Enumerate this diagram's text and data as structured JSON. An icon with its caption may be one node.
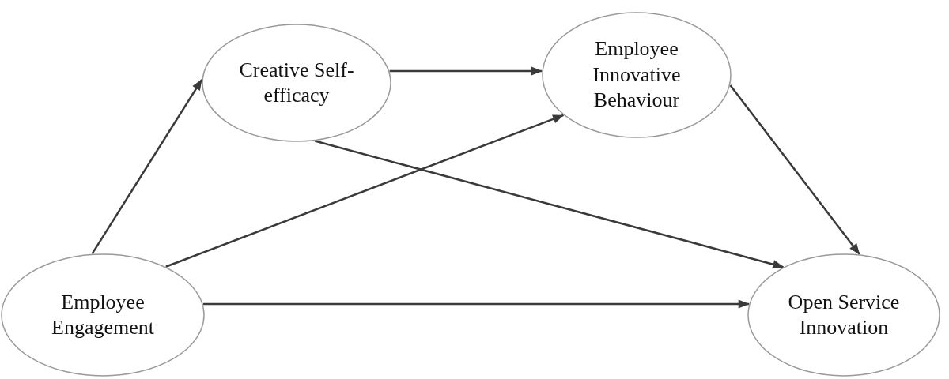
{
  "diagram": {
    "nodes": [
      {
        "text": [
          "Creative Self-efficacy"
        ]
      },
      {
        "text": [
          "Employee Innovative Behaviour"
        ]
      },
      {
        "text": [
          "Employee Engagement"
        ]
      },
      {
        "text": [
          "Open Service Innovation"
        ]
      }
    ],
    "edges": [
      {
        "from": 2,
        "to": 0,
        "arrow": "to"
      },
      {
        "from": 0,
        "to": 1,
        "arrow": "to"
      },
      {
        "from": 2,
        "to": 1,
        "arrow": "to"
      },
      {
        "from": 0,
        "to": 3,
        "arrow": "to"
      },
      {
        "from": 1,
        "to": 3,
        "arrow": "to"
      },
      {
        "from": 2,
        "to": 3,
        "arrow": "to"
      }
    ]
  }
}
